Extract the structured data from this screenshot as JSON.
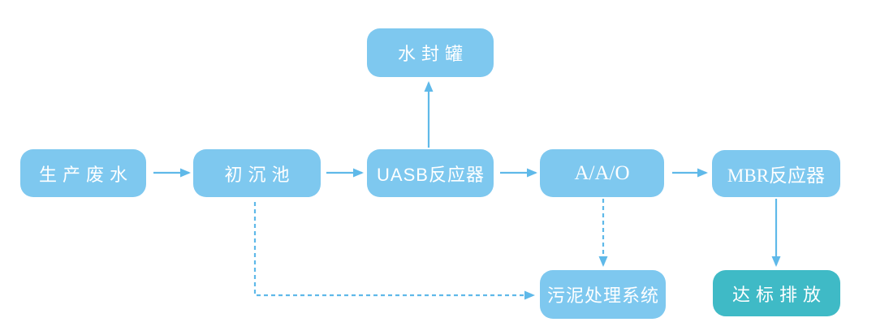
{
  "colors": {
    "background": "#FFFFFF",
    "node_fill": "#7EC8EF",
    "node_fill_accent": "#3FBAC6",
    "node_text": "#FFFFFF",
    "arrow": "#5FB9E9"
  },
  "diagram": {
    "type": "process-flowchart",
    "nodes": {
      "production_wastewater": {
        "label": "生产废水"
      },
      "primary_sedimentation_tank": {
        "label": "初沉池"
      },
      "water_seal_tank": {
        "label": "水封罐"
      },
      "uasb_reactor": {
        "label": "UASB反应器"
      },
      "aao_process": {
        "label": "A/A/O"
      },
      "mbr_reactor": {
        "label": "MBR反应器"
      },
      "sludge_treatment_system": {
        "label": "污泥处理系统"
      },
      "compliant_discharge": {
        "label": "达标排放"
      }
    },
    "edges": [
      {
        "from": "生产废水",
        "to": "初沉池",
        "style": "solid"
      },
      {
        "from": "初沉池",
        "to": "UASB反应器",
        "style": "solid"
      },
      {
        "from": "UASB反应器",
        "to": "水封罐",
        "style": "solid"
      },
      {
        "from": "UASB反应器",
        "to": "A/A/O",
        "style": "solid"
      },
      {
        "from": "A/A/O",
        "to": "MBR反应器",
        "style": "solid"
      },
      {
        "from": "MBR反应器",
        "to": "达标排放",
        "style": "solid"
      },
      {
        "from": "A/A/O",
        "to": "污泥处理系统",
        "style": "dashed"
      },
      {
        "from": "初沉池",
        "to": "污泥处理系统",
        "style": "dashed"
      }
    ]
  }
}
